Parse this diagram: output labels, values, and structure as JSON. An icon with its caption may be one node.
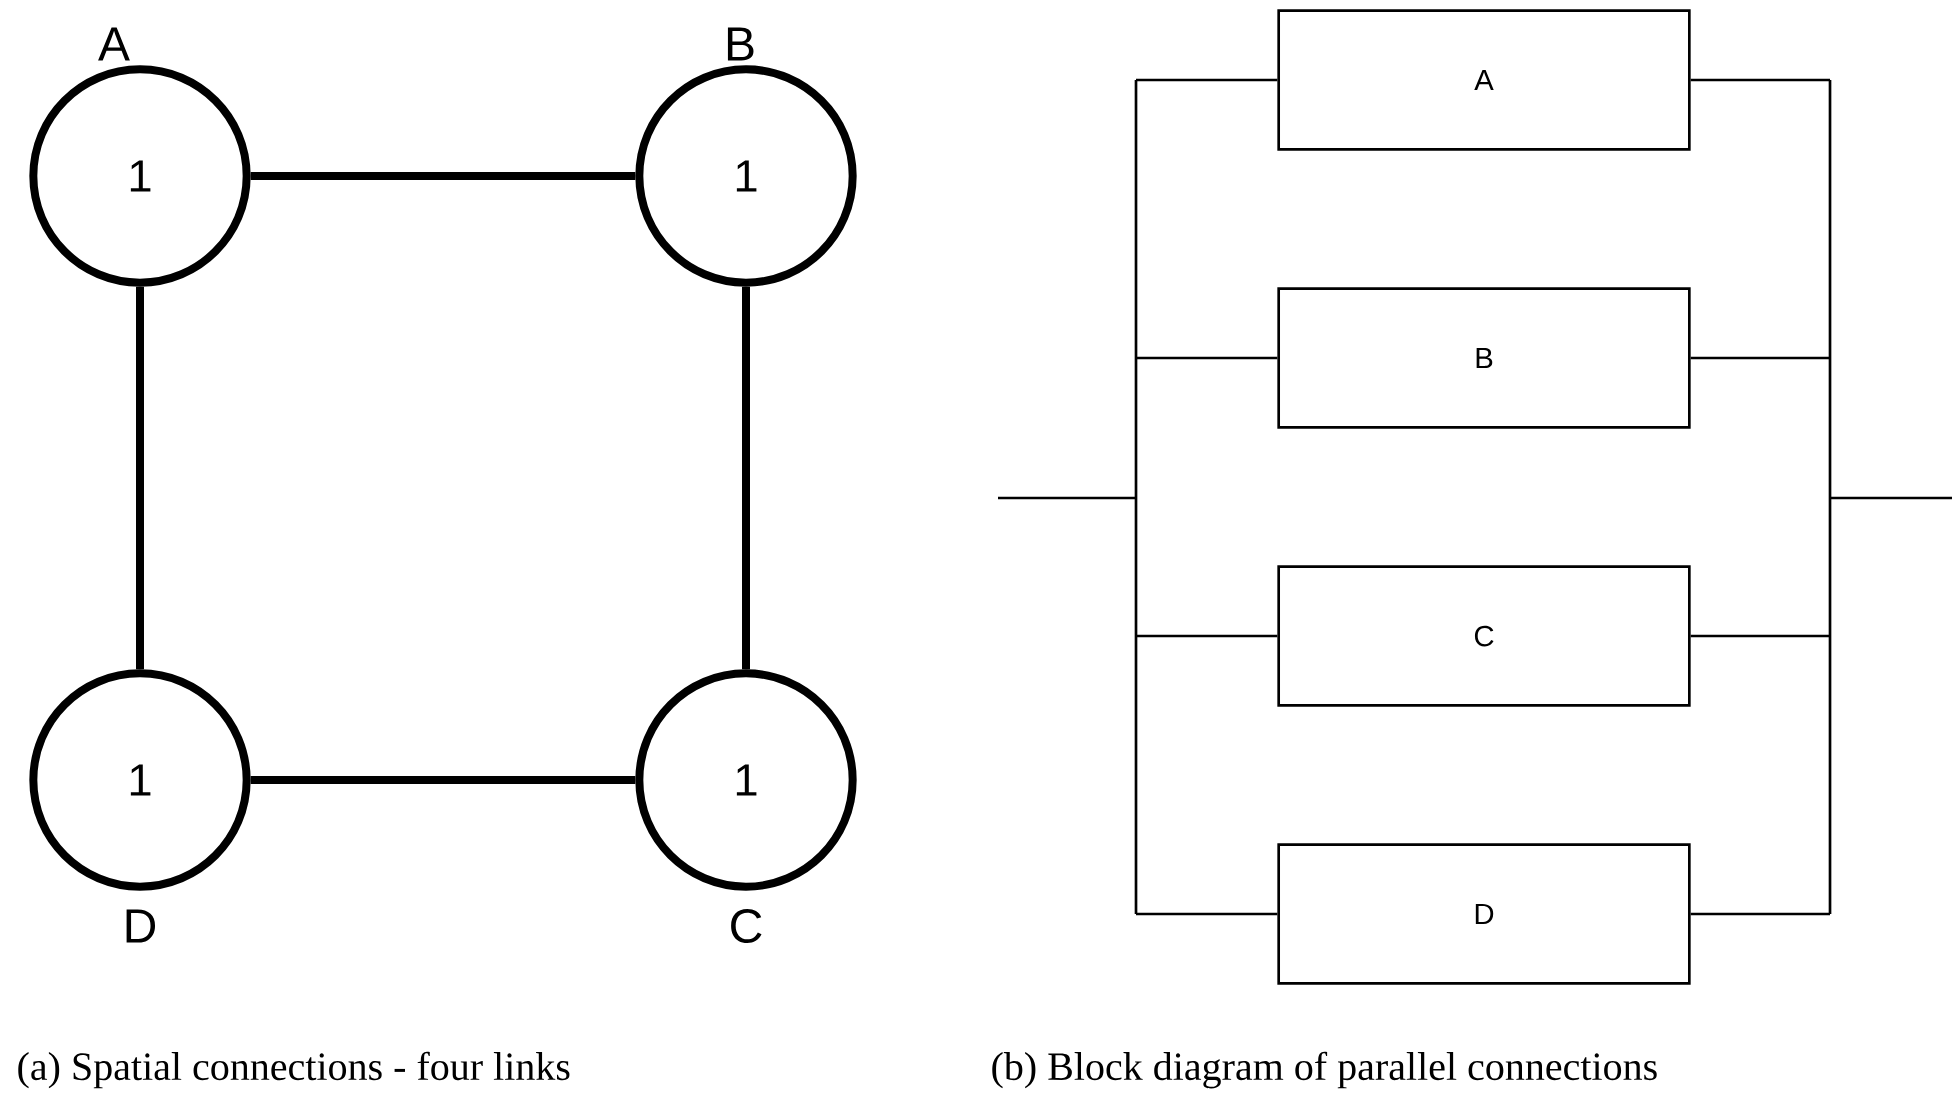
{
  "diagram": {
    "nodes": [
      {
        "text": [
          "1"
        ],
        "beside": [
          "A"
        ]
      },
      {
        "text": [
          "1"
        ],
        "beside": [
          "B"
        ]
      },
      {
        "text": [
          "1"
        ],
        "beside": [
          "D"
        ]
      },
      {
        "text": [
          "1"
        ],
        "beside": [
          "C"
        ]
      },
      {
        "text": [
          "A"
        ]
      },
      {
        "text": [
          "B"
        ]
      },
      {
        "text": [
          "C"
        ]
      },
      {
        "text": [
          "D"
        ]
      }
    ],
    "edges": [
      {
        "from": 0,
        "to": 1,
        "arrow": "none",
        "style": "thick"
      },
      {
        "from": 0,
        "to": 2,
        "arrow": "none",
        "style": "thick"
      },
      {
        "from": 1,
        "to": 3,
        "arrow": "none",
        "style": "thick"
      },
      {
        "from": 2,
        "to": 3,
        "arrow": "none",
        "style": "thick"
      },
      {
        "from": null,
        "to": 4,
        "arrow": "none"
      },
      {
        "from": 4,
        "to": null,
        "arrow": "none"
      },
      {
        "from": null,
        "to": 5,
        "arrow": "none"
      },
      {
        "from": 5,
        "to": null,
        "arrow": "none"
      },
      {
        "from": null,
        "to": 6,
        "arrow": "none"
      },
      {
        "from": 6,
        "to": null,
        "arrow": "none"
      },
      {
        "from": null,
        "to": 7,
        "arrow": "none"
      },
      {
        "from": 7,
        "to": null,
        "arrow": "none"
      }
    ],
    "labels": [
      "(a) Spatial connections - four links",
      "(b) Block diagram of parallel connections"
    ]
  }
}
